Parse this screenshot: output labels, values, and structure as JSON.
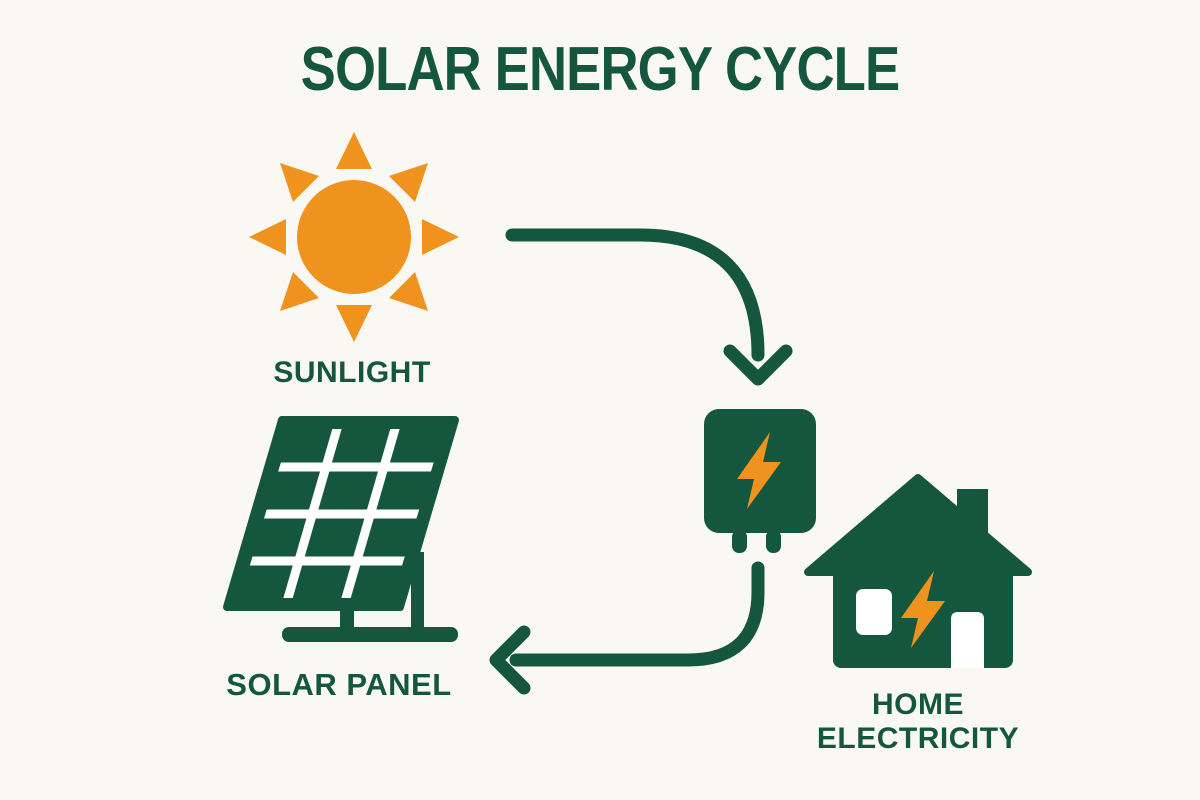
{
  "title": "SOLAR ENERGY CYCLE",
  "colors": {
    "green": "#15573E",
    "orange": "#F0931E",
    "background": "#FAF8F3",
    "panel-grid": "#FFFFFF"
  },
  "diagram": {
    "sunlight": {
      "label": "SUNLIGHT",
      "icon": "sun-icon"
    },
    "solar_panel": {
      "label": "SOLAR PANEL",
      "icon": "solar-panel-icon"
    },
    "inverter": {
      "icon": "inverter-battery-icon"
    },
    "home": {
      "label": "HOME ELECTRICITY",
      "icon": "house-icon"
    },
    "flow": [
      {
        "from": "sunlight",
        "to": "inverter"
      },
      {
        "from": "inverter",
        "to": "solar-panel"
      }
    ]
  }
}
